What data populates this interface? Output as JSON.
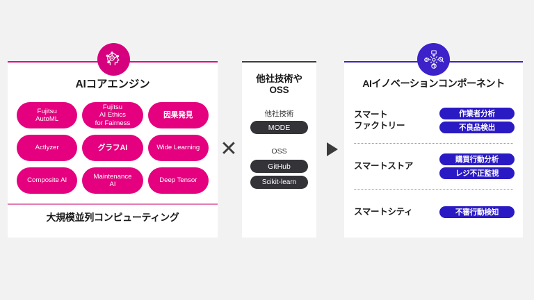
{
  "theme": {
    "background": "#f2f2f2",
    "pink": "#e4007f",
    "pink_rule": "#e6007e",
    "pink_sep": "#e27ab4",
    "dark": "#333338",
    "dark_rule": "#3c3c3c",
    "blue": "#2a1ac4",
    "blue_rule": "#3d1fc4",
    "dotted_divider": "#9a8ee0"
  },
  "left_panel": {
    "badge_icon": "ai-brain-head-icon",
    "title": "AIコアエンジン",
    "pills": [
      {
        "label": "Fujitsu\nAutoML",
        "script": "latin"
      },
      {
        "label": "Fujitsu\nAI Ethics\nfor Fairness",
        "script": "latin"
      },
      {
        "label": "因果発見",
        "script": "jp"
      },
      {
        "label": "Actlyzer",
        "script": "latin"
      },
      {
        "label": "グラフAI",
        "script": "jp"
      },
      {
        "label": "Wide Learning",
        "script": "latin"
      },
      {
        "label": "Composite AI",
        "script": "latin"
      },
      {
        "label": "Maintenance\nAI",
        "script": "latin"
      },
      {
        "label": "Deep Tensor",
        "script": "latin"
      }
    ],
    "footer": "大規模並列コンピューティング"
  },
  "separator_x": {
    "glyph": "✕",
    "name": "multiply-symbol"
  },
  "separator_arrow": {
    "glyph": "▶",
    "name": "play-arrow-symbol"
  },
  "mid_panel": {
    "title": "他社技術や\nOSS",
    "sections": [
      {
        "label": "他社技術",
        "pills": [
          "MODE"
        ]
      },
      {
        "label": "OSS",
        "pills": [
          "GitHub",
          "Scikit-learn"
        ]
      }
    ],
    "pill_mode": "MODE",
    "pill_github": "GitHub",
    "pill_sklearn": "Scikit-learn",
    "label_partner": "他社技術",
    "label_oss": "OSS"
  },
  "right_panel": {
    "badge_icon": "smart-solutions-icon",
    "title": "AIイノベーションコンポーネント",
    "rows": [
      {
        "label": "スマート\nファクトリー",
        "pills": [
          "作業者分析",
          "不良品検出"
        ]
      },
      {
        "label": "スマートストア",
        "pills": [
          "購買行動分析",
          "レジ不正監視"
        ]
      },
      {
        "label": "スマートシティ",
        "pills": [
          "不審行動検知"
        ]
      }
    ]
  }
}
